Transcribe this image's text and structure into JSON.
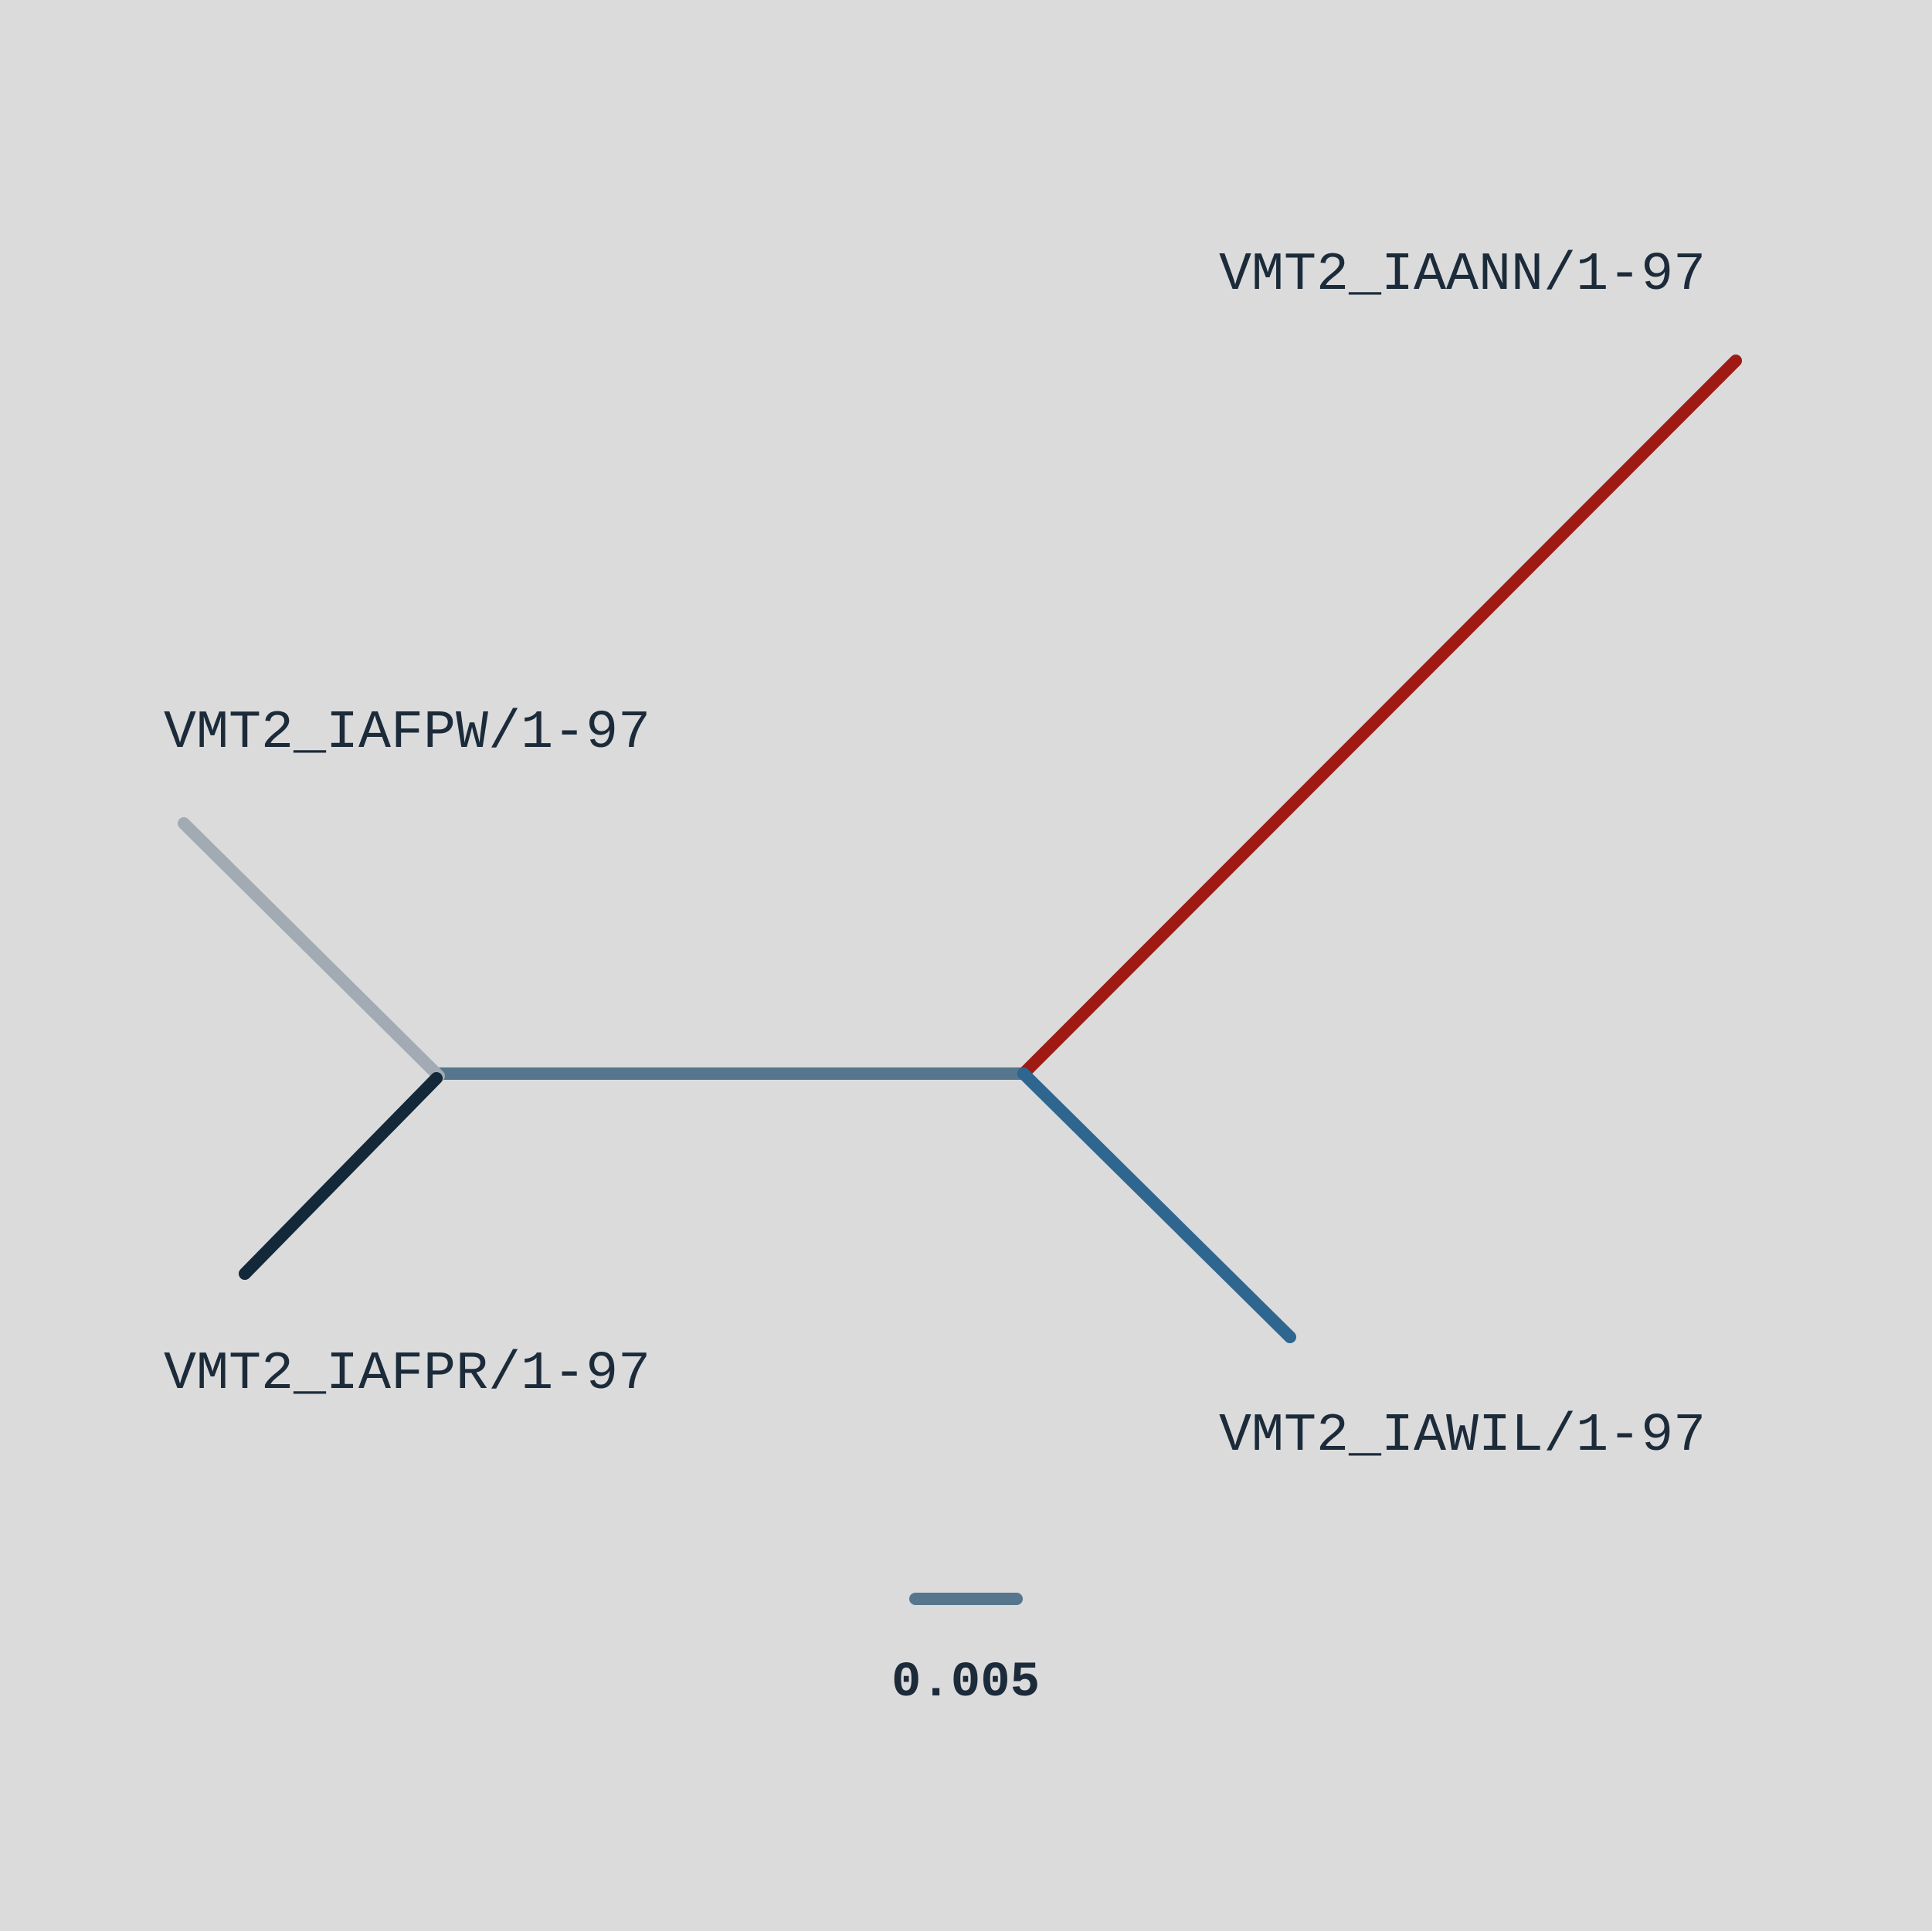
{
  "tree": {
    "type": "unrooted",
    "taxa": [
      {
        "label": "VMT2_IAANN/1-97",
        "color": "#9e1a13"
      },
      {
        "label": "VMT2_IAFPW/1-97",
        "color": "#a2abb3"
      },
      {
        "label": "VMT2_IAFPR/1-97",
        "color": "#132838"
      },
      {
        "label": "VMT2_IAWIL/1-97",
        "color": "#2f6690"
      }
    ],
    "internal_branch_color": "#56768d"
  },
  "scale_bar": {
    "label": "0.005",
    "color": "#56768d"
  },
  "colors": {
    "background": "#dbdbdc",
    "text": "#1c2b3a"
  }
}
